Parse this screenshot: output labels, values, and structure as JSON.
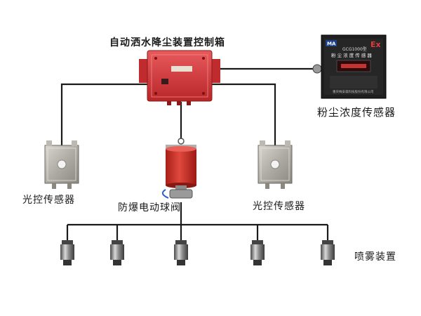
{
  "labels": {
    "control_box": "自动洒水降尘装置控制箱",
    "dust_sensor": "粉尘浓度传感器",
    "light_sensor_left": "光控传感器",
    "light_sensor_right": "光控传感器",
    "valve": "防爆电动球阀",
    "spray": "喷雾装置"
  },
  "dust_panel": {
    "badge": "MA",
    "ex_mark": "Ex",
    "model": "GCG1000型",
    "name": "粉 尘 浓 度 传 感 器",
    "footer": "重庆梅安森科技股份有限公司"
  },
  "colors": {
    "control_box": "#d8383a",
    "valve": "#cc2b22",
    "line": "#1a1a1a",
    "display": "#e03a3a"
  }
}
